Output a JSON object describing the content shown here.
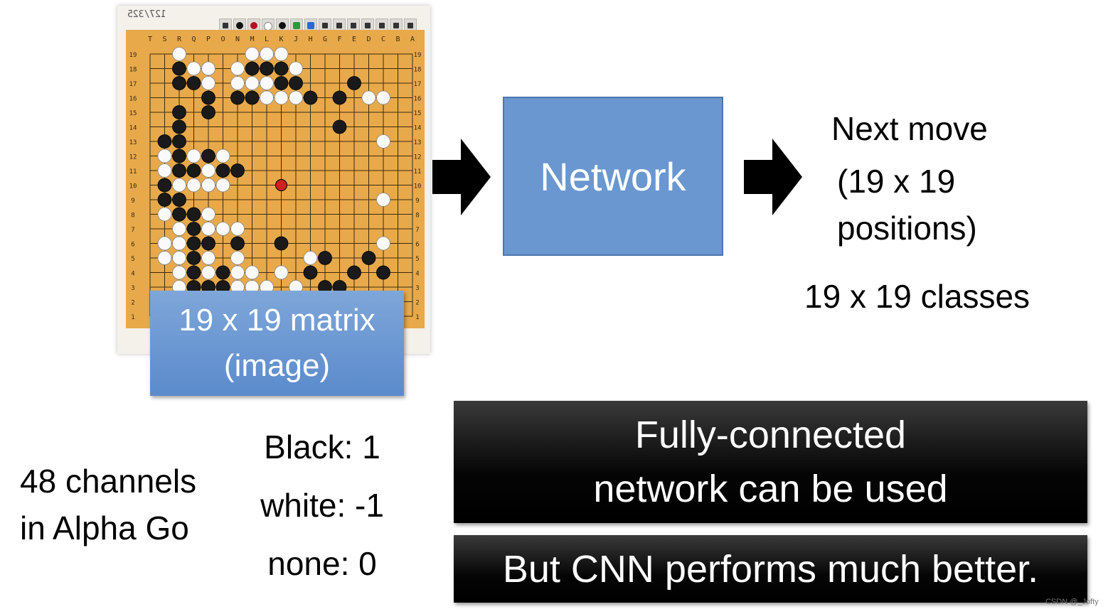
{
  "board": {
    "move_counter": "127/325",
    "column_letters": [
      "A",
      "B",
      "C",
      "D",
      "E",
      "F",
      "G",
      "H",
      "J",
      "K",
      "L",
      "M",
      "N",
      "O",
      "P",
      "Q",
      "R",
      "S",
      "T"
    ],
    "row_numbers": [
      "1",
      "2",
      "3",
      "4",
      "5",
      "6",
      "7",
      "8",
      "9",
      "10",
      "11",
      "12",
      "13",
      "14",
      "15",
      "16",
      "17",
      "18",
      "19"
    ],
    "board_color": "#e8a94a",
    "last_move_color": "#cc2222",
    "black_stones": [
      [
        2,
        17
      ],
      [
        2,
        16
      ],
      [
        2,
        14
      ],
      [
        2,
        13
      ],
      [
        2,
        12
      ],
      [
        1,
        12
      ],
      [
        2,
        11
      ],
      [
        2,
        10
      ],
      [
        3,
        10
      ],
      [
        1,
        9
      ],
      [
        2,
        8
      ],
      [
        2,
        7
      ],
      [
        1,
        8
      ],
      [
        3,
        7
      ],
      [
        3,
        6
      ],
      [
        3,
        5
      ],
      [
        3,
        4
      ],
      [
        3,
        3
      ],
      [
        3,
        2
      ],
      [
        4,
        2
      ],
      [
        5,
        2
      ],
      [
        5,
        3
      ],
      [
        4,
        5
      ],
      [
        6,
        5
      ],
      [
        4,
        14
      ],
      [
        4,
        15
      ],
      [
        3,
        16
      ],
      [
        6,
        15
      ],
      [
        7,
        15
      ],
      [
        8,
        17
      ],
      [
        9,
        17
      ],
      [
        9,
        16
      ],
      [
        10,
        16
      ],
      [
        11,
        15
      ],
      [
        7,
        17
      ],
      [
        13,
        15
      ],
      [
        14,
        16
      ],
      [
        13,
        13
      ],
      [
        9,
        5
      ],
      [
        12,
        4
      ],
      [
        11,
        3
      ],
      [
        12,
        2
      ],
      [
        13,
        2
      ],
      [
        14,
        3
      ],
      [
        15,
        4
      ],
      [
        16,
        3
      ],
      [
        4,
        11
      ],
      [
        5,
        10
      ],
      [
        6,
        10
      ]
    ],
    "white_stones": [
      [
        3,
        17
      ],
      [
        4,
        17
      ],
      [
        4,
        16
      ],
      [
        6,
        17
      ],
      [
        7,
        16
      ],
      [
        8,
        16
      ],
      [
        8,
        15
      ],
      [
        9,
        15
      ],
      [
        10,
        15
      ],
      [
        6,
        16
      ],
      [
        1,
        11
      ],
      [
        1,
        10
      ],
      [
        2,
        9
      ],
      [
        3,
        9
      ],
      [
        4,
        9
      ],
      [
        3,
        11
      ],
      [
        4,
        10
      ],
      [
        5,
        11
      ],
      [
        5,
        9
      ],
      [
        1,
        7
      ],
      [
        2,
        6
      ],
      [
        1,
        5
      ],
      [
        2,
        5
      ],
      [
        1,
        4
      ],
      [
        2,
        4
      ],
      [
        2,
        3
      ],
      [
        2,
        2
      ],
      [
        4,
        7
      ],
      [
        4,
        4
      ],
      [
        4,
        3
      ],
      [
        6,
        4
      ],
      [
        6,
        3
      ],
      [
        7,
        3
      ],
      [
        6,
        2
      ],
      [
        7,
        2
      ],
      [
        8,
        2
      ],
      [
        10,
        2
      ],
      [
        11,
        4
      ],
      [
        9,
        3
      ],
      [
        15,
        15
      ],
      [
        16,
        15
      ],
      [
        16,
        12
      ],
      [
        16,
        8
      ],
      [
        16,
        5
      ],
      [
        6,
        6
      ],
      [
        5,
        6
      ],
      [
        4,
        6
      ],
      [
        2,
        18
      ],
      [
        8,
        18
      ],
      [
        9,
        18
      ],
      [
        10,
        17
      ],
      [
        7,
        18
      ]
    ],
    "last_move": [
      9,
      9
    ],
    "toolbar_icons": [
      "pass-icon",
      "black-stone-icon",
      "red-stone-icon",
      "white-stone-icon",
      "black-stone-icon",
      "green-arrow-icon",
      "blue-a-icon",
      "first-move-icon",
      "rewind-fast-icon",
      "rewind-icon",
      "back-icon",
      "forward-icon",
      "forward-fast-icon",
      "last-move-icon"
    ]
  },
  "input": {
    "matrix_line1": "19 x 19 matrix",
    "matrix_line2": "(image)"
  },
  "network": {
    "label": "Network"
  },
  "output": {
    "title": "Next move",
    "positions_line1": "(19 x 19",
    "positions_line2": "positions)",
    "classes": "19 x 19 classes"
  },
  "channels": {
    "line1": "48 channels",
    "line2": "in Alpha Go"
  },
  "encoding": {
    "black": "Black: 1",
    "white": "white: -1",
    "none": "none: 0"
  },
  "notes": {
    "fc_line1": "Fully-connected",
    "fc_line2": "network can be used",
    "cnn": "But CNN performs much better."
  },
  "watermark": "CSDN @_Jofty",
  "colors": {
    "blue_box": "#6a97cf",
    "black_box": "#000000",
    "arrow": "#000000"
  }
}
